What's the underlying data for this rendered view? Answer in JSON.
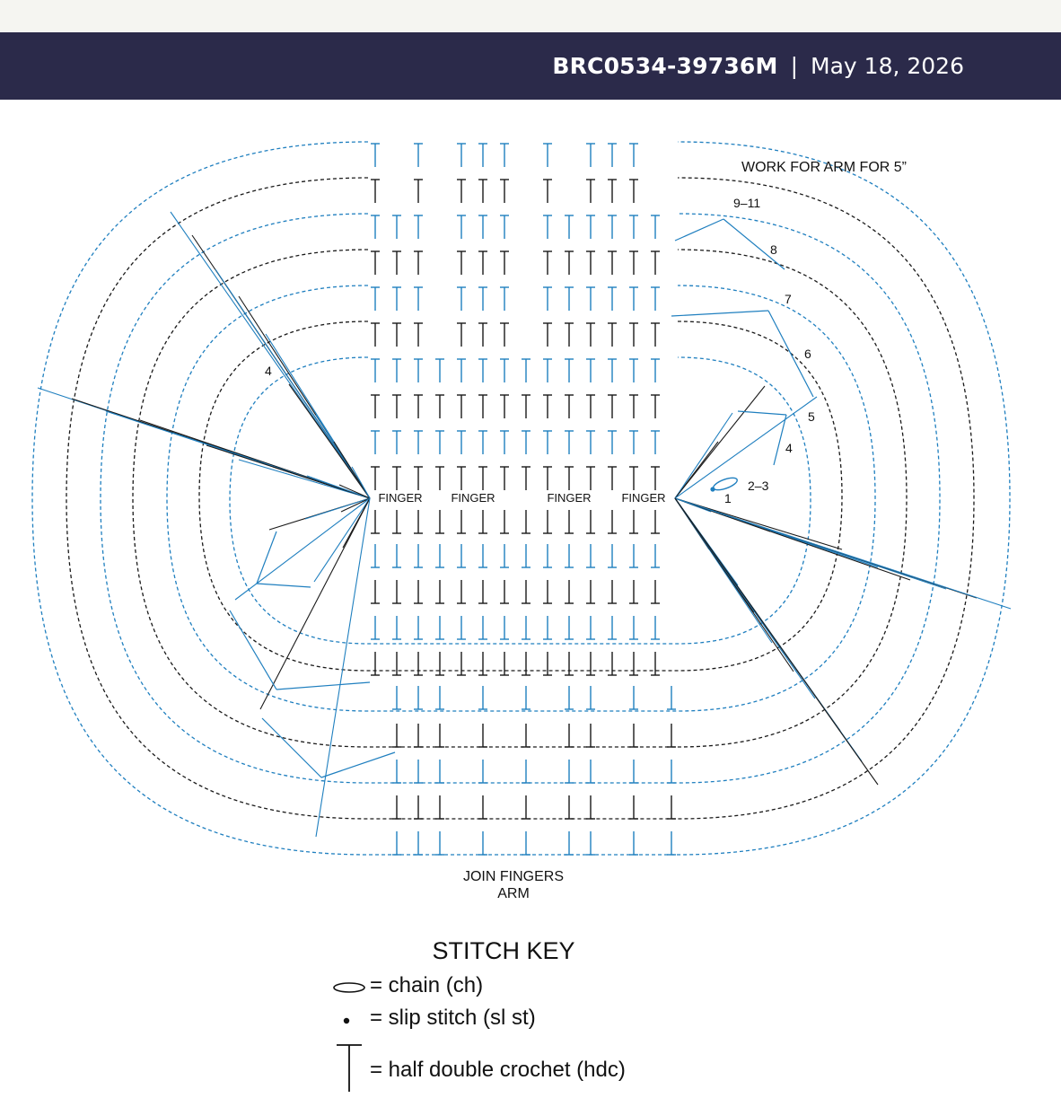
{
  "header": {
    "code": "BRC0534-39736M",
    "separator": "|",
    "date": "May 18, 2026"
  },
  "diagram": {
    "finger_labels": [
      "FINGER",
      "FINGER",
      "FINGER",
      "FINGER"
    ],
    "note_arm": "WORK FOR ARM FOR 5”",
    "round_labels": [
      "1",
      "2–3",
      "4",
      "4",
      "5",
      "6",
      "7",
      "8",
      "9–11"
    ],
    "bottom_label_1": "JOIN FINGERS",
    "bottom_label_2": "ARM",
    "colors": {
      "black_rounds": "#1a1a1a",
      "blue_rounds": "#1f7fbf"
    }
  },
  "stitch_key": {
    "title": "STITCH KEY",
    "items": [
      {
        "icon": "chain-oval-icon",
        "text": "= chain (ch)"
      },
      {
        "icon": "slip-stitch-dot-icon",
        "text": "= slip stitch (sl st)"
      },
      {
        "icon": "hdc-t-icon",
        "text": "= half double crochet (hdc)"
      }
    ]
  }
}
